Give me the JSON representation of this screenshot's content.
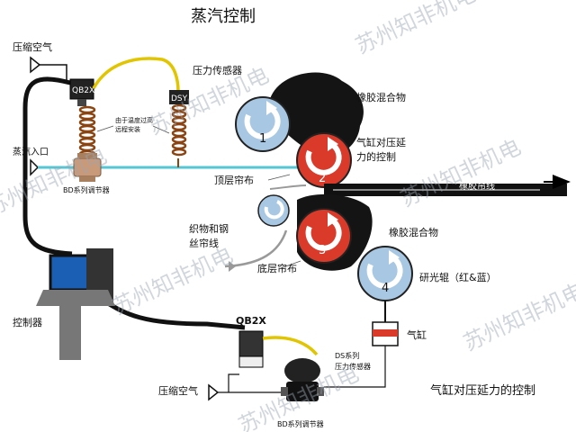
{
  "title": "蒸汽控制",
  "labels": {
    "compressed_air_top": "压缩空气",
    "qb2x_top": "QB2X",
    "dsy": "DSY",
    "pressure_sensor": "压力传感器",
    "heat_note_line1": "由于温度过高",
    "heat_note_line2": "远程安装",
    "steam_inlet": "蒸汽入口",
    "bd_regulator": "BD系列调节器",
    "rubber_compound_top": "橡胶混合物",
    "cylinder_pressure_control_line1": "气缸对压延",
    "cylinder_pressure_control_line2": "力的控制",
    "top_ply": "顶层帘布",
    "rubber_ply": "橡胶帘线",
    "fabric_steel_line1": "织物和钢",
    "fabric_steel_line2": "丝帘线",
    "rubber_compound_bottom": "橡胶混合物",
    "bottom_ply": "底层帘布",
    "polish_roll": "研光辊（红&蓝）",
    "cylinder": "气缸",
    "controller": "控制器",
    "qb2x_bottom": "QB2X",
    "ds_sensor_line1": "DS系列",
    "ds_sensor_line2": "压力传感器",
    "compressed_air_bottom": "压缩空气",
    "bottom_title": "气缸对压延力的控制",
    "bottom_regulator": "BD系列调节器"
  },
  "rolls": [
    "1",
    "2",
    "3",
    "4"
  ],
  "watermark": "苏州知非机电",
  "colors": {
    "blue_roll": "#a7c7e2",
    "red_roll": "#d93a2a",
    "rubber": "#141414",
    "steam_line": "#55c6d4",
    "signal_cable": "#e0c500",
    "coil": "#8b4513"
  }
}
